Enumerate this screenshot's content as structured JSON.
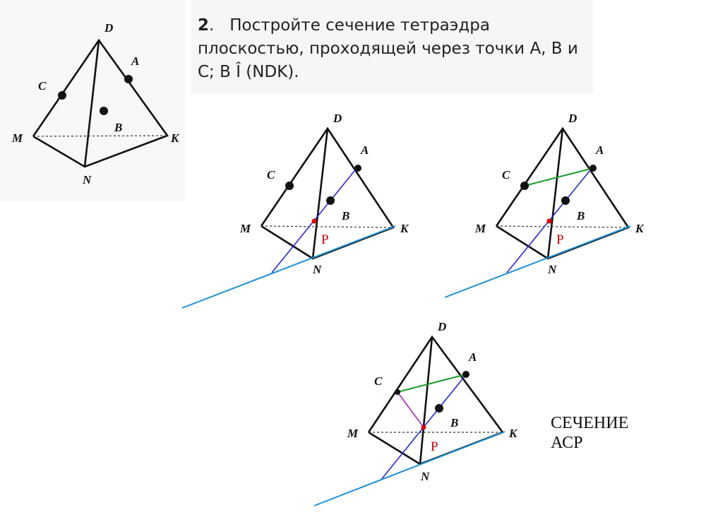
{
  "task": {
    "number": "2",
    "line1": "Постройте сечение тетраэдра",
    "line2": "плоскостью, проходящей через точки A, B и",
    "line3": "C; B Î (NDK)."
  },
  "points": {
    "D": "D",
    "A": "A",
    "B": "B",
    "C": "C",
    "M": "M",
    "K": "K",
    "N": "N",
    "P": "P"
  },
  "answer": {
    "line1": "СЕЧЕНИЕ",
    "line2": "АСР"
  }
}
